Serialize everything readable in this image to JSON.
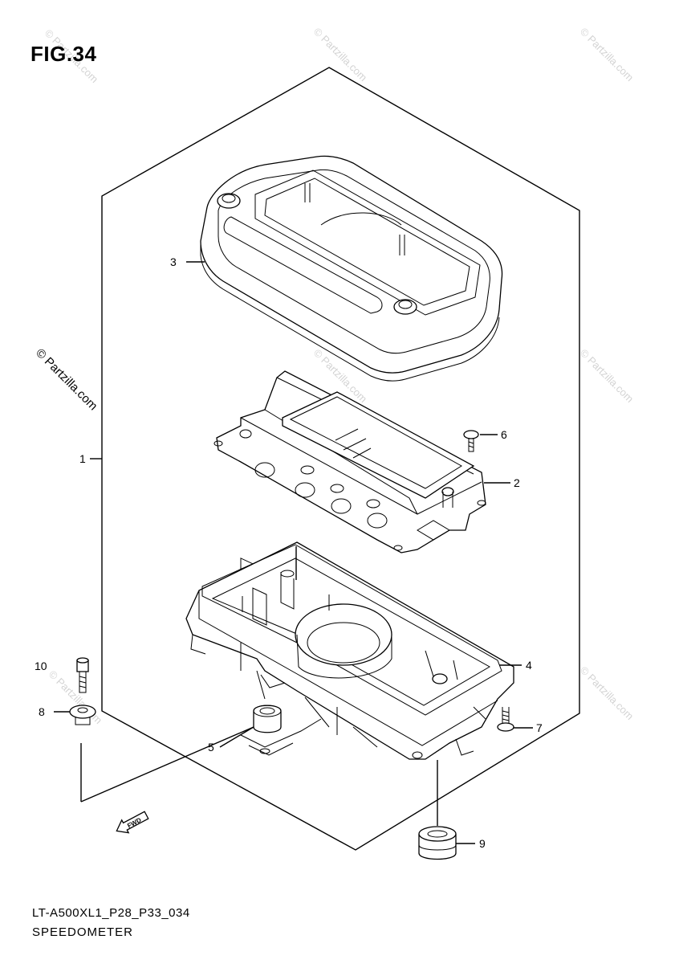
{
  "figure": {
    "title": "FIG.34",
    "model_code": "LT-A500XL1_P28_P33_034",
    "name": "SPEEDOMETER"
  },
  "watermark": {
    "text": "© Partzilla.com"
  },
  "fwd_marker": {
    "text": "FWD"
  },
  "callouts": [
    {
      "id": "1",
      "label": "1"
    },
    {
      "id": "2",
      "label": "2"
    },
    {
      "id": "3",
      "label": "3"
    },
    {
      "id": "4",
      "label": "4"
    },
    {
      "id": "5",
      "label": "5"
    },
    {
      "id": "6",
      "label": "6"
    },
    {
      "id": "7",
      "label": "7"
    },
    {
      "id": "8",
      "label": "8"
    },
    {
      "id": "9",
      "label": "9"
    },
    {
      "id": "10",
      "label": "10"
    }
  ]
}
